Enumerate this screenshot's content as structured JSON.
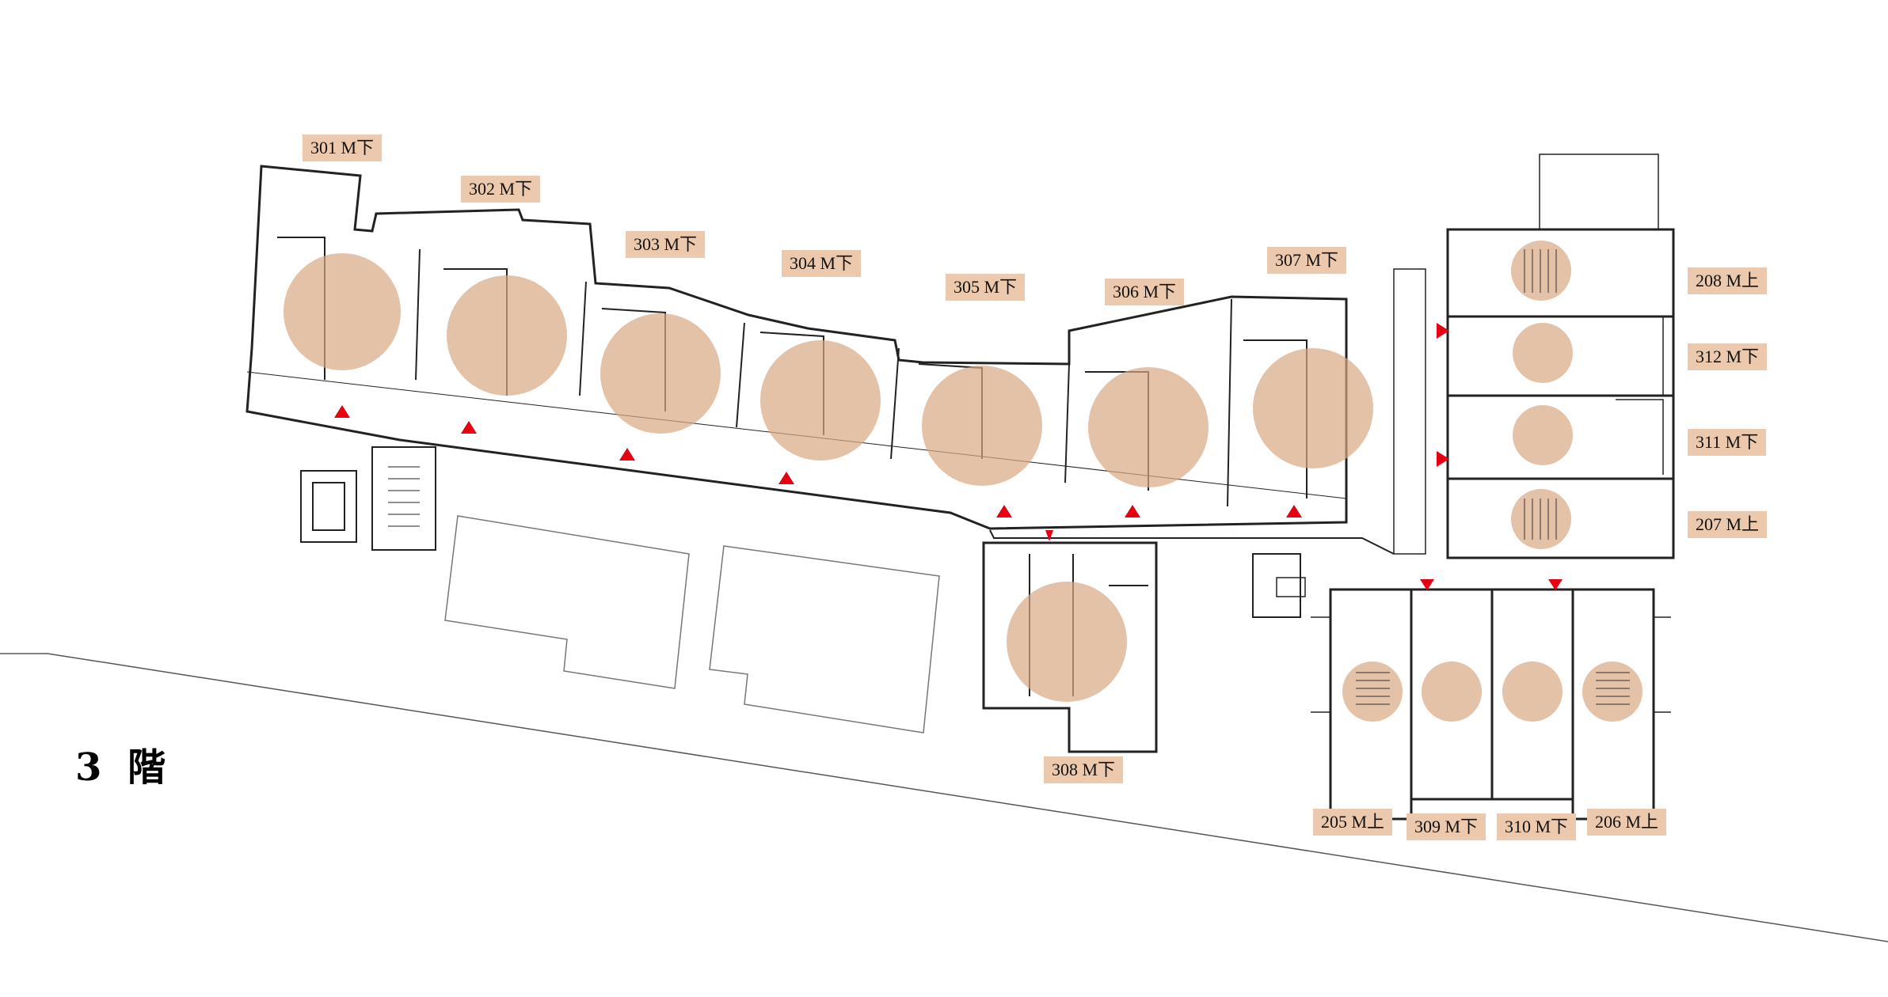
{
  "floor": {
    "label": "3 階"
  },
  "colors": {
    "label_bg": "#ecc9ac",
    "circle": "#d9a883",
    "entrance": "#e60012",
    "wall": "#222222",
    "thin_line": "#666666"
  },
  "units": [
    {
      "id": "301",
      "label": "301 M下"
    },
    {
      "id": "302",
      "label": "302 M下"
    },
    {
      "id": "303",
      "label": "303 M下"
    },
    {
      "id": "304",
      "label": "304 M下"
    },
    {
      "id": "305",
      "label": "305 M下"
    },
    {
      "id": "306",
      "label": "306 M下"
    },
    {
      "id": "307",
      "label": "307 M下"
    },
    {
      "id": "308",
      "label": "308 M下"
    },
    {
      "id": "208",
      "label": "208 M上"
    },
    {
      "id": "312",
      "label": "312 M下"
    },
    {
      "id": "311",
      "label": "311 M下"
    },
    {
      "id": "207",
      "label": "207 M上"
    },
    {
      "id": "205",
      "label": "205 M上"
    },
    {
      "id": "309",
      "label": "309 M下"
    },
    {
      "id": "310",
      "label": "310 M下"
    },
    {
      "id": "206",
      "label": "206 M上"
    }
  ]
}
